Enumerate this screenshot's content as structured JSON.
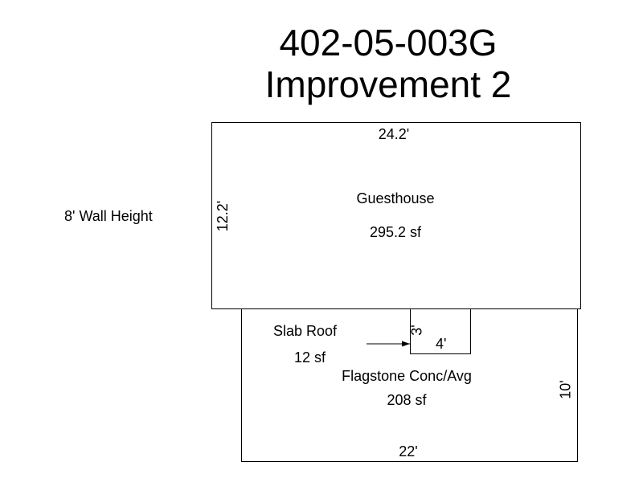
{
  "title": {
    "line1": "402-05-003G",
    "line2": "Improvement 2"
  },
  "note": {
    "wall_height": "8' Wall Height"
  },
  "areas": {
    "guesthouse": {
      "name": "Guesthouse",
      "area": "295.2 sf",
      "width": "24.2'",
      "depth": "12.2'"
    },
    "slab_roof": {
      "name": "Slab Roof",
      "area": "12 sf",
      "side": "3'",
      "width": "4'"
    },
    "flagstone": {
      "name": "Flagstone Conc/Avg",
      "area": "208 sf",
      "depth": "10'",
      "width": "22'"
    }
  }
}
